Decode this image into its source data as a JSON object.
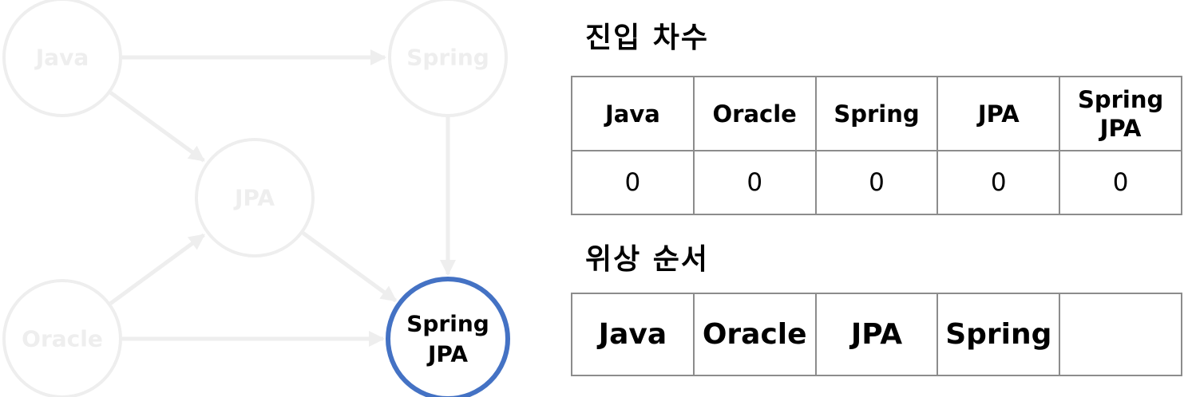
{
  "graph": {
    "nodes": [
      {
        "id": "java",
        "label": "Java",
        "state": "faded"
      },
      {
        "id": "spring",
        "label": "Spring",
        "state": "faded"
      },
      {
        "id": "jpa",
        "label": "JPA",
        "state": "faded"
      },
      {
        "id": "oracle",
        "label": "Oracle",
        "state": "faded"
      },
      {
        "id": "springjpa",
        "label_lines": [
          "Spring",
          "JPA"
        ],
        "state": "highlighted"
      }
    ],
    "edges": [
      {
        "from": "java",
        "to": "spring"
      },
      {
        "from": "java",
        "to": "jpa"
      },
      {
        "from": "oracle",
        "to": "jpa"
      },
      {
        "from": "oracle",
        "to": "springjpa"
      },
      {
        "from": "jpa",
        "to": "springjpa"
      },
      {
        "from": "spring",
        "to": "springjpa"
      }
    ],
    "colors": {
      "faded": "#eeeeee",
      "highlight": "#4472c4",
      "text": "#000000"
    }
  },
  "indegree": {
    "title": "진입 차수",
    "headers": [
      "Java",
      "Oracle",
      "Spring",
      "JPA",
      "Spring\nJPA"
    ],
    "values": [
      "0",
      "0",
      "0",
      "0",
      "0"
    ]
  },
  "topological_order": {
    "title": "위상 순서",
    "items": [
      "Java",
      "Oracle",
      "JPA",
      "Spring",
      ""
    ]
  }
}
